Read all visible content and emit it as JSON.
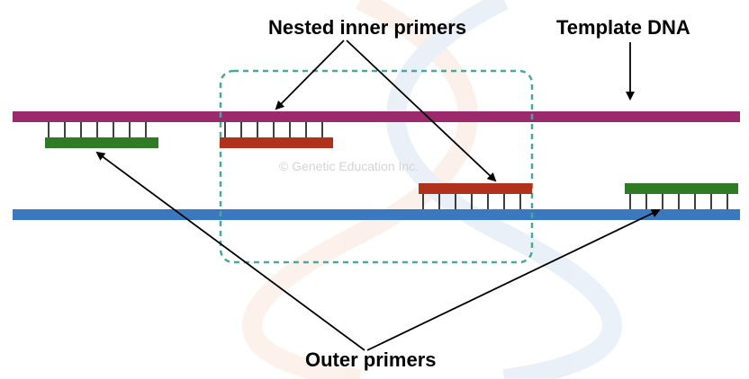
{
  "labels": {
    "nested": "Nested inner primers",
    "template": "Template DNA",
    "outer": "Outer primers"
  },
  "watermark": "© Genetic Education Inc.",
  "colors": {
    "top_strand": "#9b2a6c",
    "bottom_strand": "#3a78c0",
    "outer_primer": "#2f7a25",
    "inner_primer": "#b1321c",
    "box": "#4aa89a",
    "arrow": "#000000"
  },
  "icons": {
    "background": "dna-helix-watermark-icon"
  }
}
